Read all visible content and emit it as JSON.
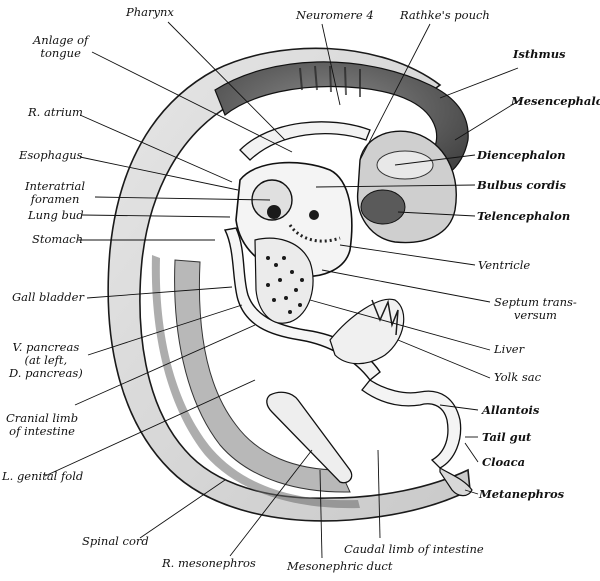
{
  "colors": {
    "body_outer": "#d9d9d9",
    "body_mid": "#bcbcbc",
    "brain_dark": "#5a5a5a",
    "organ_dark": "#222222",
    "stroke": "#1a1a1a"
  },
  "labels": {
    "pharynx": "Pharynx",
    "neuromere_4": "Neuromere 4",
    "rathkes_pouch": "Rathke's pouch",
    "anlage_of_tongue": "Anlage of\ntongue",
    "isthmus": "Isthmus",
    "mesencephalon": "Mesencephalon",
    "r_atrium": "R. atrium",
    "diencephalon": "Diencephalon",
    "esophagus": "Esophagus",
    "bulbus_cordis": "Bulbus cordis",
    "interatrial_foramen": "Interatrial\nforamen",
    "lung_bud": "Lung bud",
    "telencephalon": "Telencephalon",
    "stomach": "Stomach",
    "ventricle": "Ventricle",
    "gall_bladder": "Gall bladder",
    "septum_transversum": "Septum trans-\nversum",
    "v_pancreas": "V. pancreas\n(at left,\nD. pancreas)",
    "liver": "Liver",
    "yolk_sac": "Yolk sac",
    "cranial_limb": "Cranial limb\nof intestine",
    "allantois": "Allantois",
    "tail_gut": "Tail gut",
    "l_genital_fold": "L. genital fold",
    "cloaca": "Cloaca",
    "metanephros": "Metanephros",
    "spinal_cord": "Spinal cord",
    "caudal_limb": "Caudal limb of intestine",
    "r_mesonephros": "R. mesonephros",
    "mesonephric_duct": "Mesonephric duct"
  }
}
